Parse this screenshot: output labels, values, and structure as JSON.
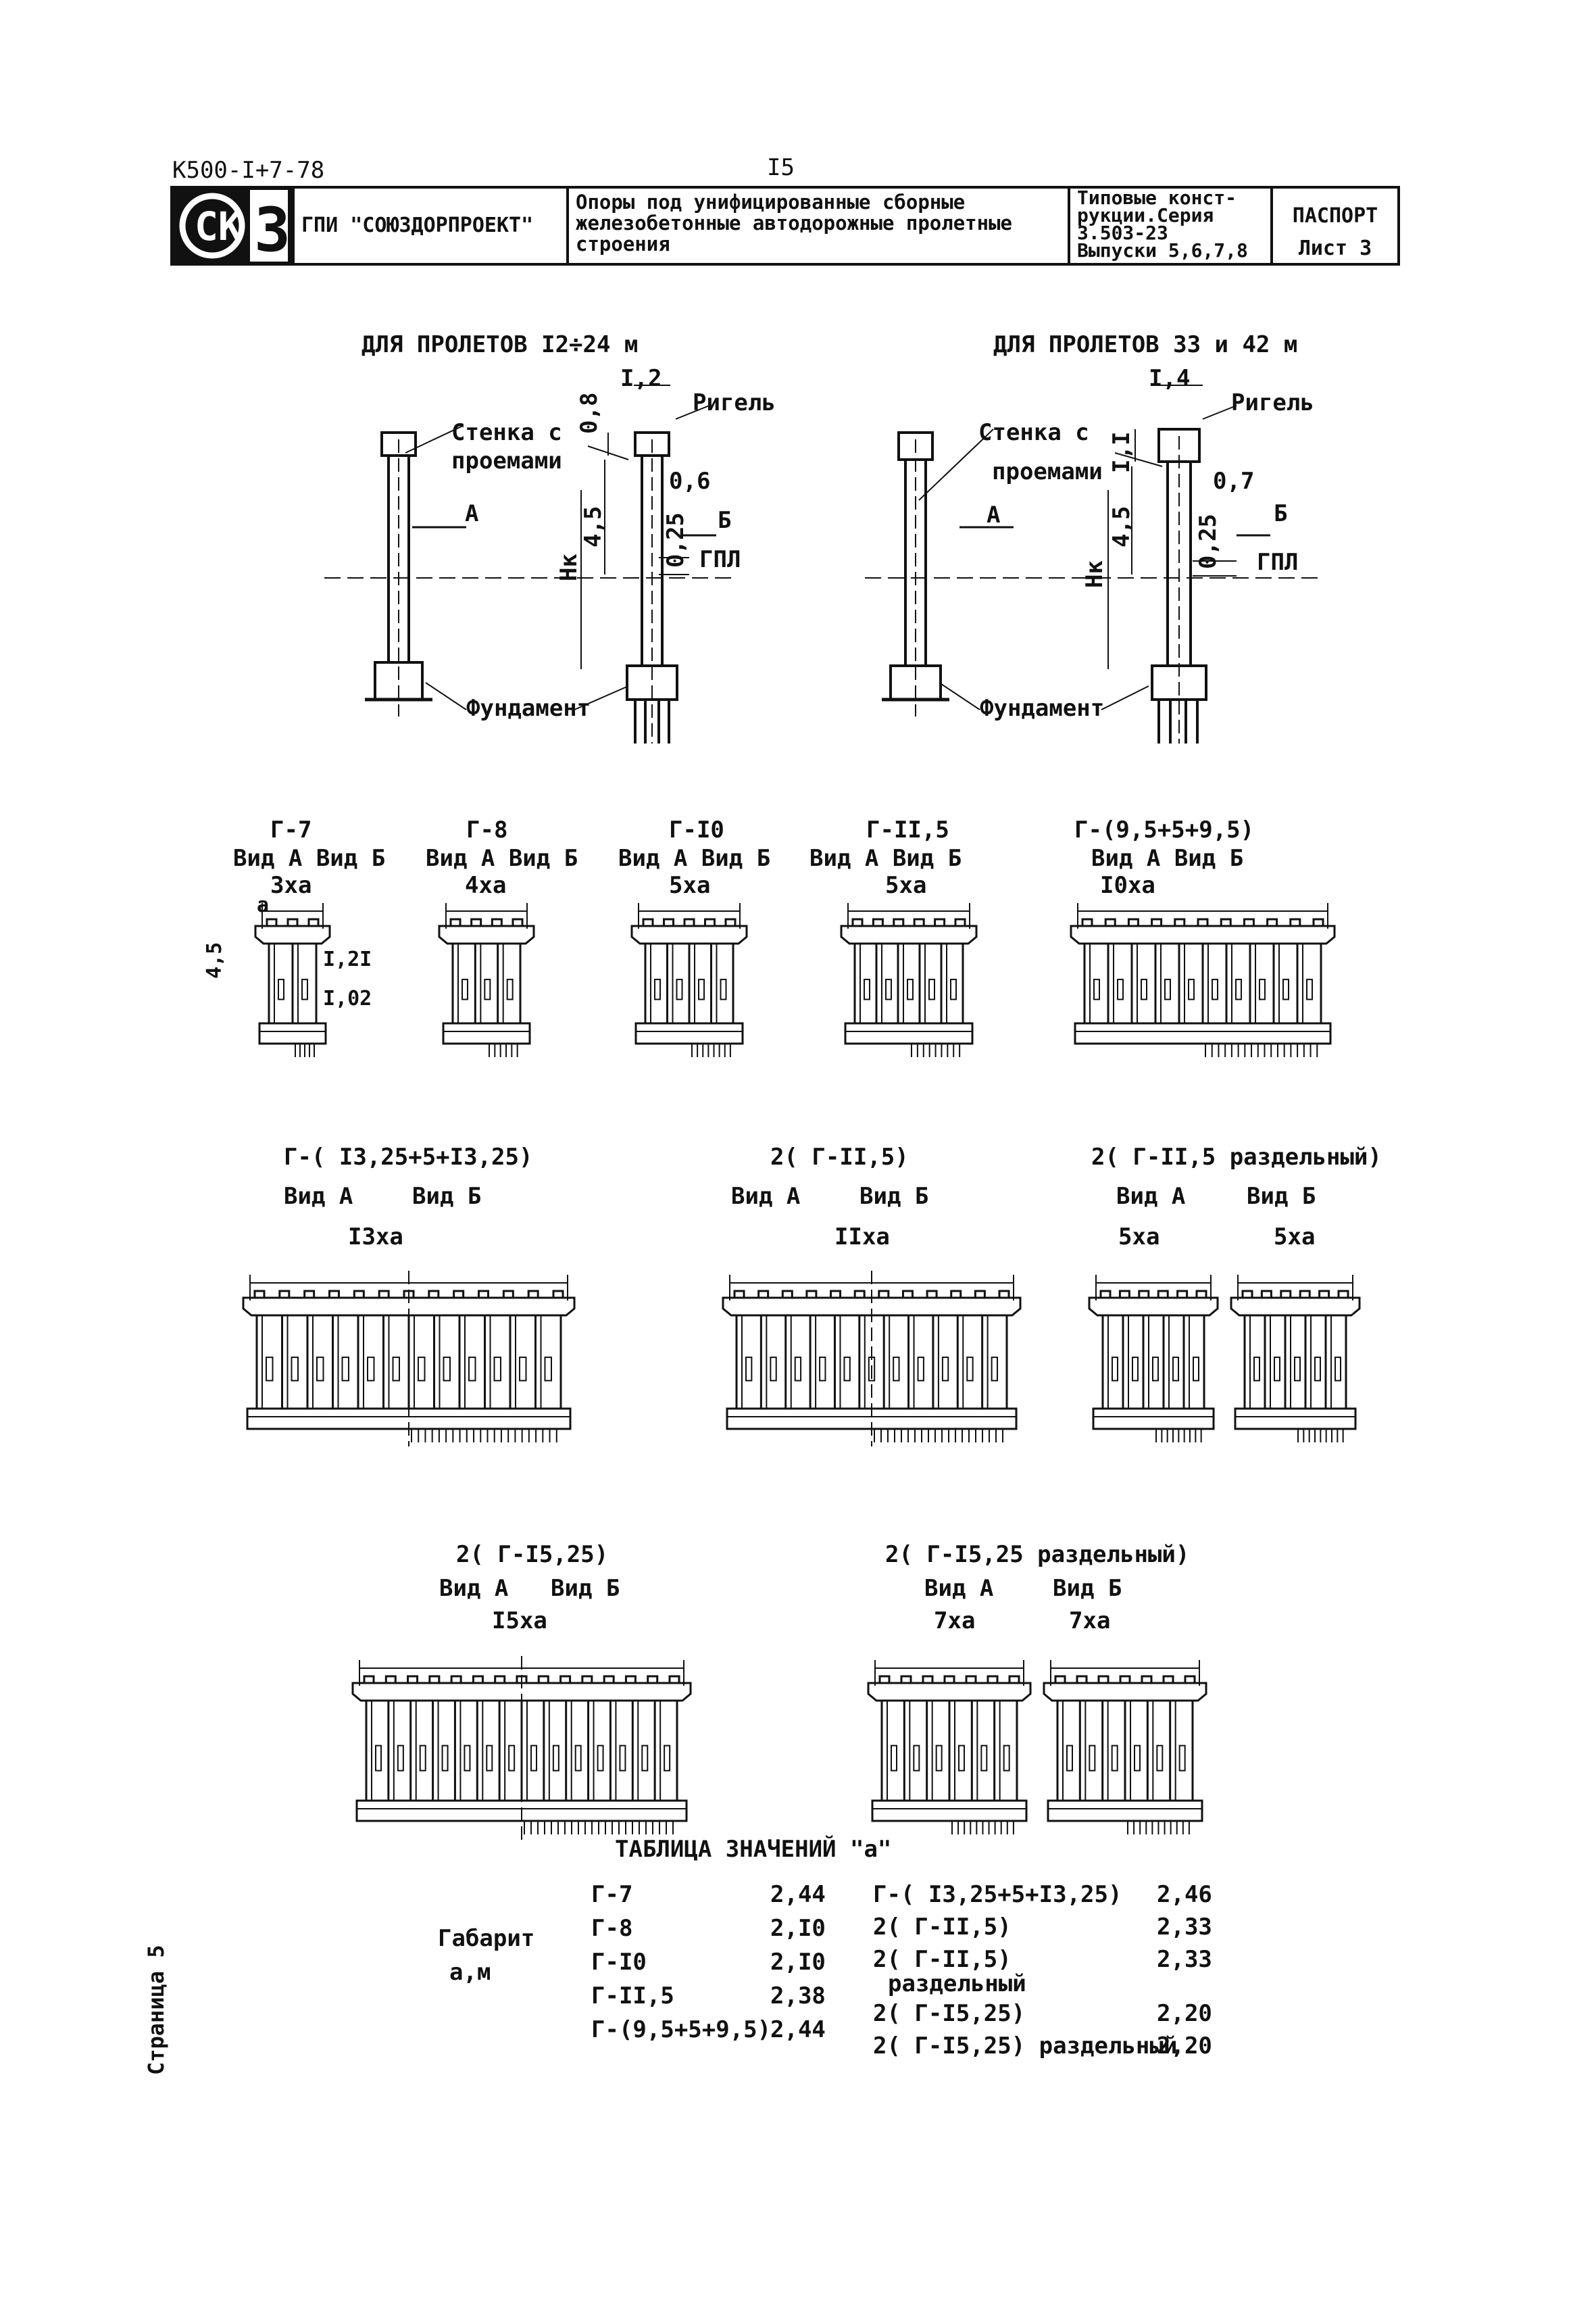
{
  "header": {
    "doc_code": "К500-I+7-78",
    "page_number": "I5",
    "logo_letters": "СК",
    "logo_digit": "3",
    "org": "ГПИ \"СОЮЗДОРПРОЕКТ\"",
    "title_lines": [
      "Опоры под унифицированные сборные",
      "железобетонные автодорожные пролетные",
      "строения"
    ],
    "series_lines": [
      "Типовые конст-",
      "рукции.Серия",
      "3.503-23",
      "Выпуски 5,6,7,8"
    ],
    "passport": "ПАСПОРТ",
    "sheet": "Лист 3"
  },
  "elevations": {
    "left_title": "ДЛЯ ПРОЛЕТОВ I2÷24 м",
    "right_title": "ДЛЯ ПРОЛЕТОВ 33 и 42 м",
    "rigel": "Ригель",
    "wall": [
      "Стенка с",
      "проемами"
    ],
    "foundation": "Фундамент",
    "view_a": "А",
    "view_b": "Б",
    "gpl": "ГПЛ",
    "hk": "Нк",
    "dim_45": "4,5",
    "dim_025": "0,25",
    "left_dims": {
      "top": "I,2",
      "cap": "0,8",
      "web": "0,6"
    },
    "right_dims": {
      "top": "I,4",
      "cap": "I,I",
      "web": "0,7"
    }
  },
  "views_label": "Вид А  Вид Б",
  "row1": [
    {
      "name": "Г-7",
      "dim": "3ха"
    },
    {
      "name": "Г-8",
      "dim": "4ха"
    },
    {
      "name": "Г-I0",
      "dim": "5ха"
    },
    {
      "name": "Г-II,5",
      "dim": "5ха"
    },
    {
      "name": "Г-(9,5+5+9,5)",
      "dim": "I0ха"
    }
  ],
  "g7_dims": {
    "a": "а",
    "h": "4,5",
    "d1": "I,2I",
    "d2": "I,02"
  },
  "row2": [
    {
      "name": "Г-( I3,25+5+I3,25)",
      "va": "Вид А",
      "vb": "Вид Б",
      "dim": "I3ха"
    },
    {
      "name": "2( Г-II,5)",
      "va": "Вид А",
      "vb": "Вид Б",
      "dim": "IIха"
    },
    {
      "name": "2( Г-II,5 раздельный)",
      "va": "Вид А",
      "vb": "Вид Б",
      "dim_a": "5ха",
      "dim_b": "5ха"
    }
  ],
  "row3": [
    {
      "name": "2( Г-I5,25)",
      "va": "Вид А",
      "vb": "Вид Б",
      "dim": "I5ха"
    },
    {
      "name": "2( Г-I5,25 раздельный)",
      "va": "Вид А",
      "vb": "Вид Б",
      "dim_a": "7ха",
      "dim_b": "7ха"
    }
  ],
  "table": {
    "title": "ТАБЛИЦА ЗНАЧЕНИЙ \"а\"",
    "label": [
      "Габарит",
      "а,м"
    ],
    "left": [
      [
        "Г-7",
        "2,44"
      ],
      [
        "Г-8",
        "2,I0"
      ],
      [
        "Г-I0",
        "2,I0"
      ],
      [
        "Г-II,5",
        "2,38"
      ],
      [
        "Г-(9,5+5+9,5)",
        "2,44"
      ]
    ],
    "right": [
      [
        "Г-( I3,25+5+I3,25)",
        "2,46"
      ],
      [
        "2( Г-II,5)",
        "2,33"
      ],
      [
        "2( Г-II,5)",
        "2,33"
      ],
      [
        "2( Г-I5,25)",
        "2,20"
      ],
      [
        "2( Г-I5,25) раздельный",
        "2,20"
      ]
    ],
    "right_note": "раздельный"
  },
  "side_label": "Страница 5"
}
